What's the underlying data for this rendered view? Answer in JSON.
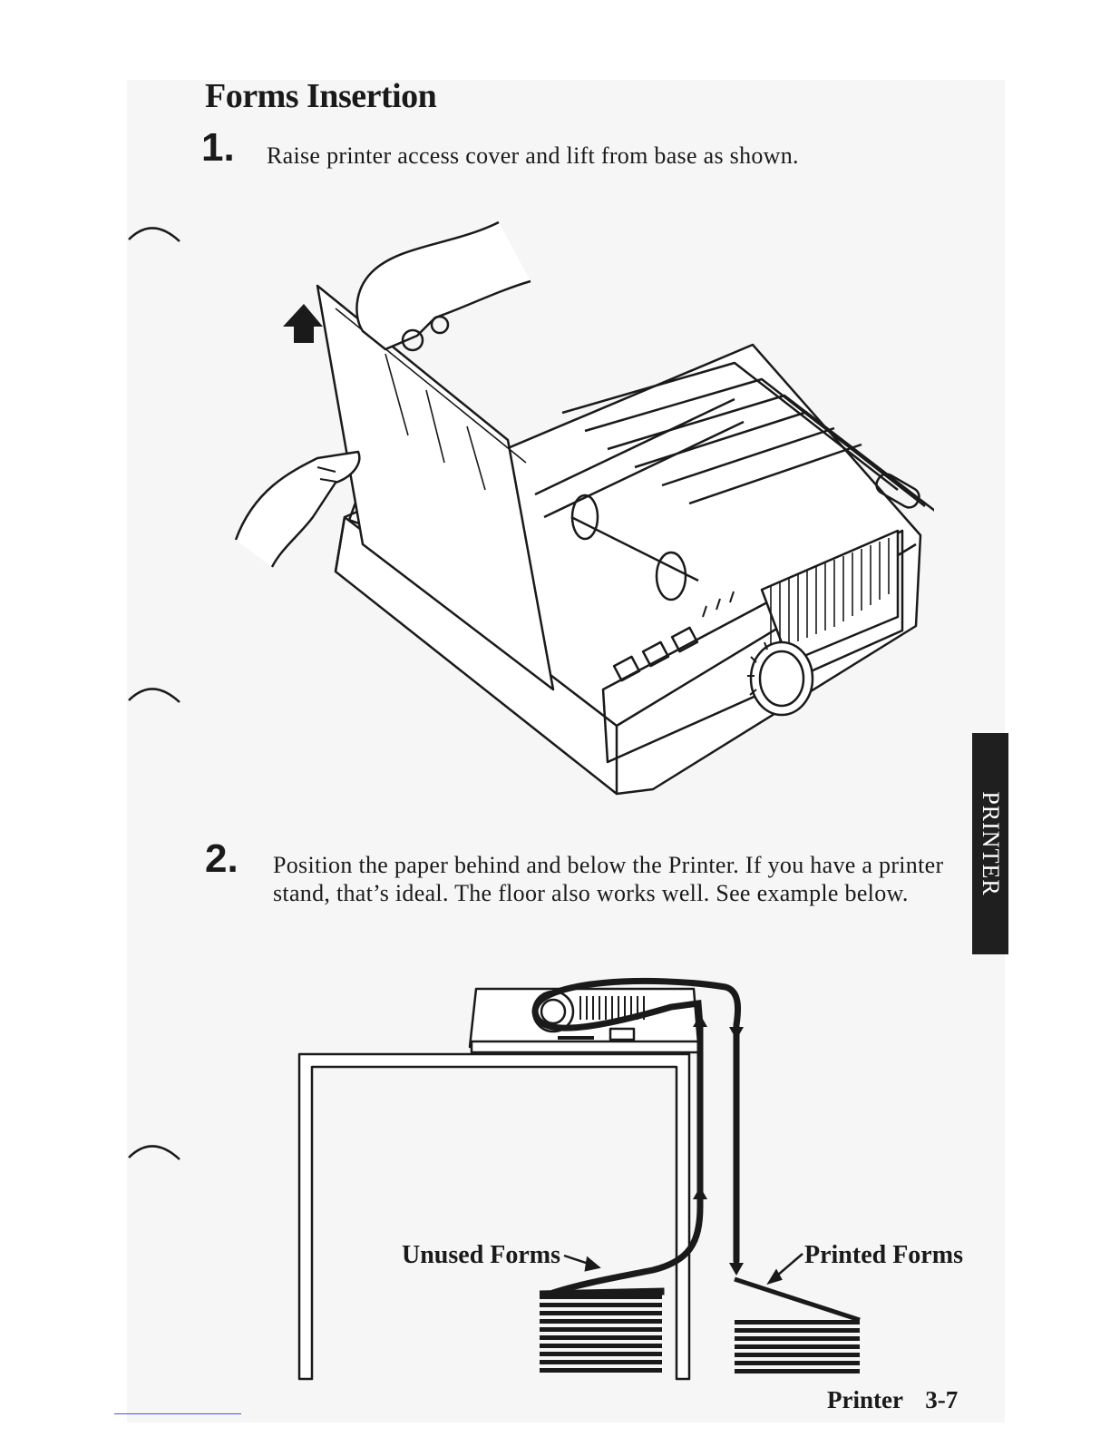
{
  "page": {
    "heading": "Forms Insertion",
    "side_tab": "PRINTER",
    "footer": {
      "section": "Printer",
      "page_number": "3-7"
    }
  },
  "steps": [
    {
      "number": "1.",
      "text": "Raise printer access cover and lift from base as shown."
    },
    {
      "number": "2.",
      "text": "Position the paper behind and below the Printer.  If you have a printer stand, that’s ideal.  The floor also works well.  See example below."
    }
  ],
  "figure_printer": {
    "icons": [
      "hand-icon",
      "up-arrow-icon",
      "printer-icon",
      "platen-knob-icon"
    ]
  },
  "figure_paper_path": {
    "labels": {
      "unused": "Unused Forms",
      "printed": "Printed Forms"
    },
    "icons": [
      "printer-icon",
      "table-icon",
      "paper-stack-icon",
      "down-arrow-icon",
      "up-arrow-icon"
    ]
  },
  "colors": {
    "ink": "#1a1a1a",
    "tab_background": "#1f1f1f",
    "tab_text": "#ffffff",
    "footer_rule": "#3b5bdb"
  }
}
